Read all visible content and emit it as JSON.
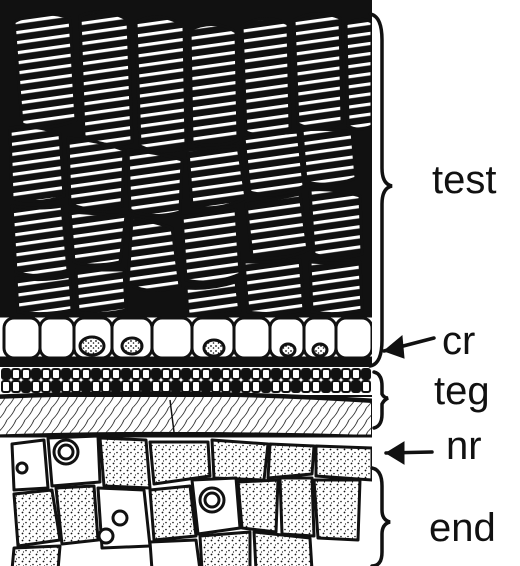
{
  "labels": {
    "test": "test",
    "cr": "cr",
    "teg": "teg",
    "nr": "nr",
    "end": "end"
  },
  "colors": {
    "ink": "#111111",
    "paper": "#ffffff"
  }
}
